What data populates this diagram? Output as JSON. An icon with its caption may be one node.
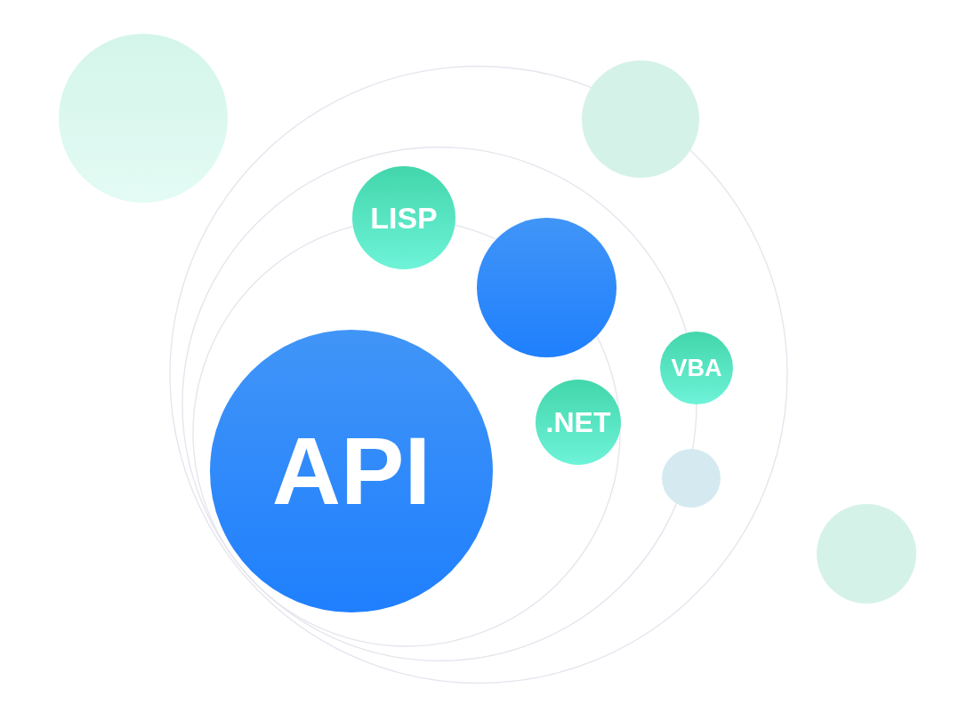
{
  "diagram": {
    "nodes": [
      {
        "text": [],
        "shape": "circle"
      },
      {
        "text": [],
        "shape": "circle"
      },
      {
        "text": [
          "LISP"
        ]
      },
      {
        "text": [],
        "shape": "circle"
      },
      {
        "text": [
          "VBA"
        ]
      },
      {
        "text": [
          ".NET"
        ]
      },
      {
        "text": [
          "API"
        ]
      },
      {
        "text": [],
        "shape": "circle"
      },
      {
        "text": [],
        "shape": "circle"
      }
    ]
  }
}
